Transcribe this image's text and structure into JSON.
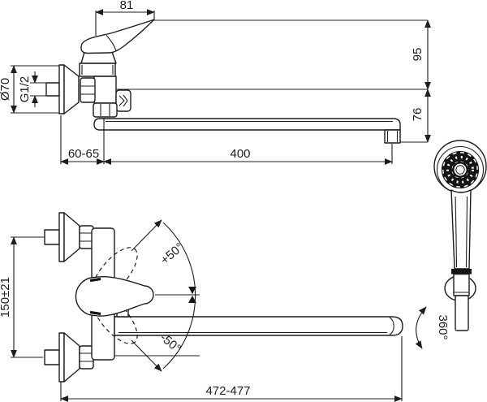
{
  "drawing": {
    "type": "technical-dimension-drawing",
    "subject": "wall-mounted single-lever mixer tap with long swivel spout and hand shower",
    "colors": {
      "line": "#1d1d1d",
      "background": "#ffffff"
    },
    "labels": {
      "dim_handle_length": "81",
      "dim_height_above_axis": "95",
      "dim_height_below_axis": "76",
      "dim_flange_diameter": "Ø70",
      "dim_thread": "G1/2",
      "dim_wall_distance": "60-65",
      "dim_spout_length": "400",
      "dim_hole_centers": "150±21",
      "dim_lever_angle_up": "+50°",
      "dim_lever_angle_down": "-50°",
      "dim_spout_swivel": "360°",
      "dim_total_reach": "472-477"
    }
  }
}
